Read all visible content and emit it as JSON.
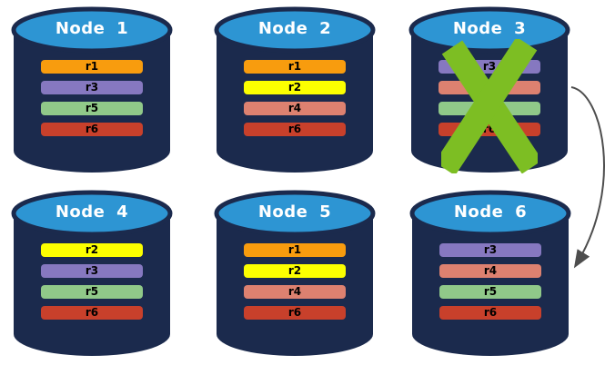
{
  "diagram": {
    "description": "Six database nodes holding replicated partitions; Node 3 has failed and its replicas are redirected to Node 6"
  },
  "colors": {
    "background": "#FFFFFF",
    "cylinder_body": "#1B2A4D",
    "cylinder_top": "#2D95D3",
    "title_text": "#FFFFFF",
    "bar_text": "#000000",
    "failure_x": "#7DBE23",
    "arrow": "#4D4D4D",
    "replicas": {
      "r1": "#F89C0E",
      "r2": "#FCFF00",
      "r3": "#8678C0",
      "r4": "#DD8170",
      "r5": "#90C989",
      "r6": "#C8402B"
    }
  },
  "nodes": [
    {
      "id": "node-1",
      "title": "Node 1",
      "failed": false,
      "replicas": [
        "r1",
        "r3",
        "r5",
        "r6"
      ]
    },
    {
      "id": "node-2",
      "title": "Node 2",
      "failed": false,
      "replicas": [
        "r1",
        "r2",
        "r4",
        "r6"
      ]
    },
    {
      "id": "node-3",
      "title": "Node 3",
      "failed": true,
      "replicas": [
        "r3",
        "r4",
        "r5",
        "r6"
      ]
    },
    {
      "id": "node-4",
      "title": "Node 4",
      "failed": false,
      "replicas": [
        "r2",
        "r3",
        "r5",
        "r6"
      ]
    },
    {
      "id": "node-5",
      "title": "Node 5",
      "failed": false,
      "replicas": [
        "r1",
        "r2",
        "r4",
        "r6"
      ]
    },
    {
      "id": "node-6",
      "title": "Node 6",
      "failed": false,
      "replicas": [
        "r3",
        "r4",
        "r5",
        "r6"
      ]
    }
  ],
  "arrow": {
    "from": "Node 3",
    "to": "Node 6"
  }
}
